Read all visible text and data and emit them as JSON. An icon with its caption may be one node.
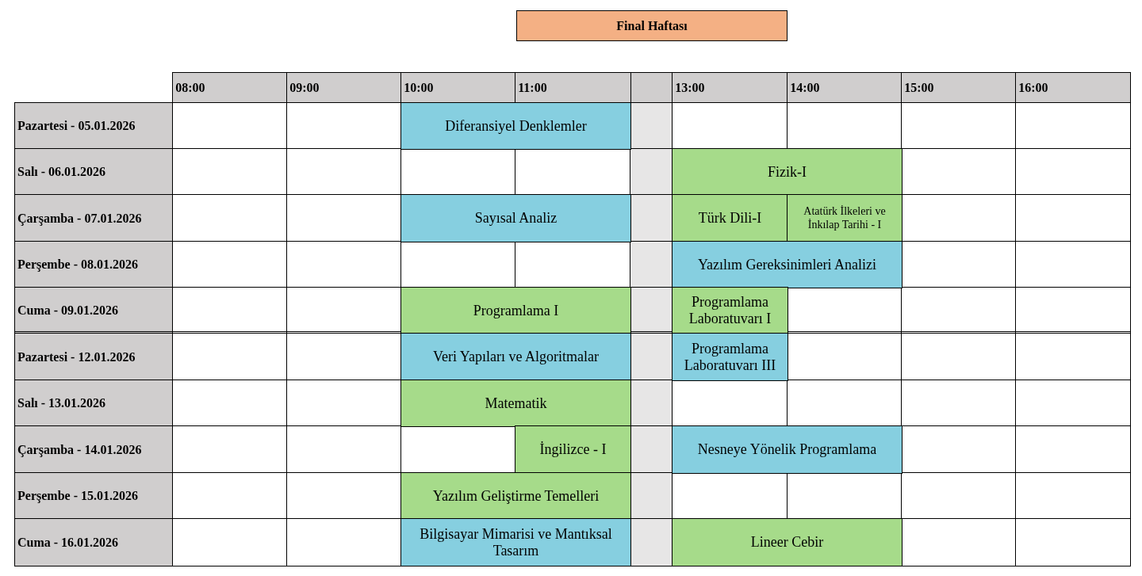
{
  "diagram": {
    "title": "Final Haftası",
    "nodes": [
      {
        "text": [
          "Diferansiyel Denklemler"
        ]
      },
      {
        "text": [
          "Fizik-I"
        ]
      },
      {
        "text": [
          "Sayısal Analiz"
        ]
      },
      {
        "text": [
          "Türk Dili-I"
        ]
      },
      {
        "text": [
          "Atatürk İlkeleri ve İnkılap Tarihi - I"
        ]
      },
      {
        "text": [
          "Yazılım Gereksinimleri Analizi"
        ]
      },
      {
        "text": [
          "Programlama I"
        ]
      },
      {
        "text": [
          "Programlama Laboratuvarı I"
        ]
      },
      {
        "text": [
          "Veri Yapıları ve Algoritmalar"
        ]
      },
      {
        "text": [
          "Programlama Laboratuvarı III"
        ]
      },
      {
        "text": [
          "Matematik"
        ]
      },
      {
        "text": [
          "İngilizce - I"
        ]
      },
      {
        "text": [
          "Nesneye Yönelik Programlama"
        ]
      },
      {
        "text": [
          "Yazılım Geliştirme Temelleri"
        ]
      },
      {
        "text": [
          "Bilgisayar Mimarisi ve Mantıksal Tasarım"
        ]
      },
      {
        "text": [
          "Lineer Cebir"
        ]
      }
    ],
    "labels": [
      "08:00",
      "09:00",
      "10:00",
      "11:00",
      "13:00",
      "14:00",
      "15:00",
      "16:00",
      "Pazartesi - 05.01.2026",
      "Salı - 06.01.2026",
      "Çarşamba - 07.01.2026",
      "Perşembe - 08.01.2026",
      "Cuma - 09.01.2026",
      "Pazartesi - 12.01.2026",
      "Salı - 13.01.2026",
      "Çarşamba - 14.01.2026",
      "Perşembe - 15.01.2026",
      "Cuma - 16.01.2026"
    ]
  }
}
